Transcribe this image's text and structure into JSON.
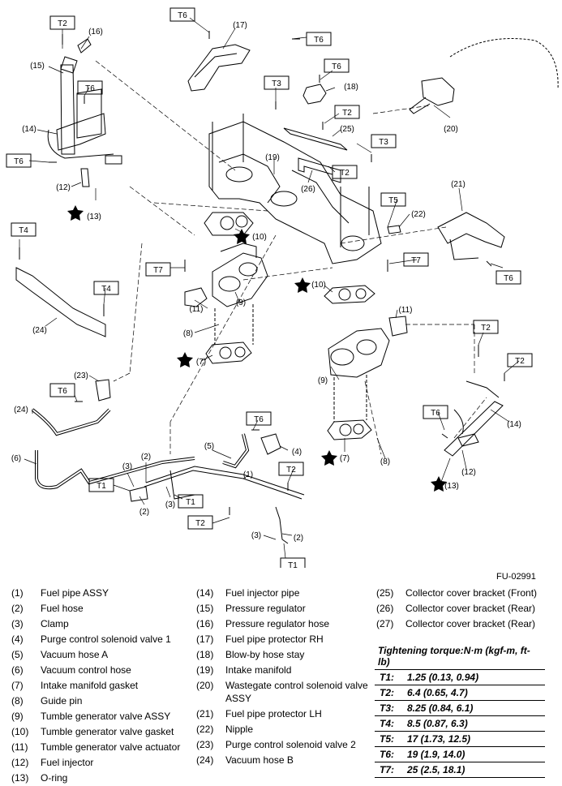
{
  "figure_id": "FU-02991",
  "callout_labels": {
    "t1": "T1",
    "t2": "T2",
    "t3": "T3",
    "t4": "T4",
    "t5": "T5",
    "t6": "T6",
    "t7": "T7",
    "p1": "(1)",
    "p2": "(2)",
    "p3": "(3)",
    "p4": "(4)",
    "p5": "(5)",
    "p6": "(6)",
    "p7": "(7)",
    "p8": "(8)",
    "p9": "(9)",
    "p10": "(10)",
    "p11": "(11)",
    "p12": "(12)",
    "p13": "(13)",
    "p14": "(14)",
    "p15": "(15)",
    "p16": "(16)",
    "p17": "(17)",
    "p18": "(18)",
    "p19": "(19)",
    "p20": "(20)",
    "p21": "(21)",
    "p22": "(22)",
    "p23": "(23)",
    "p24": "(24)",
    "p25": "(25)",
    "p26": "(26)"
  },
  "legend": {
    "col1": [
      {
        "num": "(1)",
        "text": "Fuel pipe ASSY"
      },
      {
        "num": "(2)",
        "text": "Fuel hose"
      },
      {
        "num": "(3)",
        "text": "Clamp"
      },
      {
        "num": "(4)",
        "text": "Purge control solenoid valve 1"
      },
      {
        "num": "(5)",
        "text": "Vacuum hose A"
      },
      {
        "num": "(6)",
        "text": "Vacuum control hose"
      },
      {
        "num": "(7)",
        "text": "Intake manifold gasket"
      },
      {
        "num": "(8)",
        "text": "Guide pin"
      },
      {
        "num": "(9)",
        "text": "Tumble generator valve ASSY"
      },
      {
        "num": "(10)",
        "text": "Tumble generator valve gasket"
      },
      {
        "num": "(11)",
        "text": "Tumble generator valve actuator"
      },
      {
        "num": "(12)",
        "text": "Fuel injector"
      },
      {
        "num": "(13)",
        "text": "O-ring"
      }
    ],
    "col2": [
      {
        "num": "(14)",
        "text": "Fuel injector pipe"
      },
      {
        "num": "(15)",
        "text": "Pressure regulator"
      },
      {
        "num": "(16)",
        "text": "Pressure regulator hose"
      },
      {
        "num": "(17)",
        "text": "Fuel pipe protector RH"
      },
      {
        "num": "(18)",
        "text": "Blow-by hose stay"
      },
      {
        "num": "(19)",
        "text": "Intake manifold"
      },
      {
        "num": "(20)",
        "text": "Wastegate control solenoid valve ASSY"
      },
      {
        "num": "(21)",
        "text": "Fuel pipe protector LH"
      },
      {
        "num": "(22)",
        "text": "Nipple"
      },
      {
        "num": "(23)",
        "text": "Purge control solenoid valve 2"
      },
      {
        "num": "(24)",
        "text": "Vacuum hose B"
      }
    ],
    "col3": [
      {
        "num": "(25)",
        "text": "Collector cover bracket (Front)"
      },
      {
        "num": "(26)",
        "text": "Collector cover bracket (Rear)"
      },
      {
        "num": "(27)",
        "text": "Collector cover bracket (Rear)"
      }
    ]
  },
  "torque_table": {
    "heading": "Tightening torque:N·m (kgf-m, ft-lb)",
    "rows": [
      {
        "key": "T1:",
        "value": "1.25 (0.13, 0.94)"
      },
      {
        "key": "T2:",
        "value": "6.4 (0.65, 4.7)"
      },
      {
        "key": "T3:",
        "value": "8.25 (0.84, 6.1)"
      },
      {
        "key": "T4:",
        "value": "8.5 (0.87, 6.3)"
      },
      {
        "key": "T5:",
        "value": "17 (1.73, 12.5)"
      },
      {
        "key": "T6:",
        "value": "19 (1.9, 14.0)"
      },
      {
        "key": "T7:",
        "value": "25 (2.5, 18.1)"
      }
    ]
  }
}
